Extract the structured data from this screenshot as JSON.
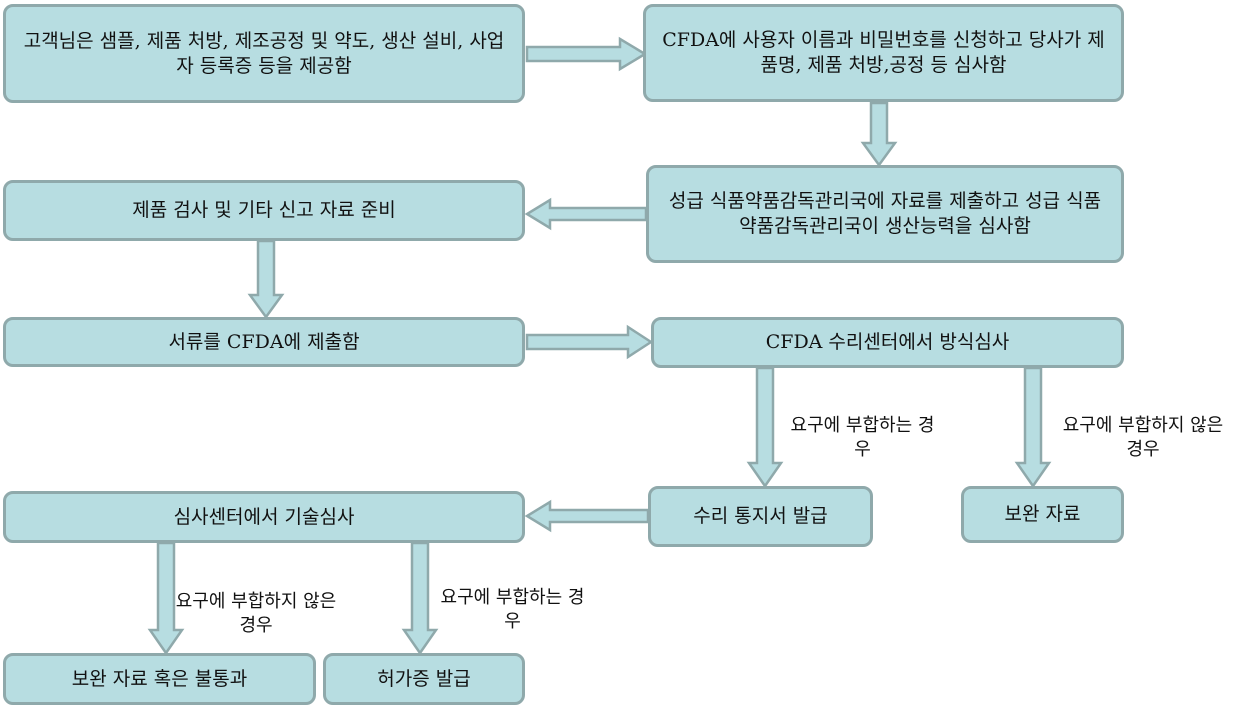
{
  "boxes": {
    "b1": "고객님은 샘플, 제품 처방, 제조공정 및 약도, 생산 설비, 사업자 등록증 등을 제공함",
    "b2": "CFDA에 사용자 이름과 비밀번호를 신청하고  당사가  제품명, 제품 처방,공정 등 심사함",
    "b3": "성급 식품약품감독관리국에 자료를 제출하고 성급 식품약품감독관리국이 생산능력을 심사함",
    "b4": "제품 검사 및 기타 신고 자료 준비",
    "b5": "서류를  CFDA에  제출함",
    "b6": "CFDA  수리센터에서 방식심사",
    "b7": "수리 통지서 발급",
    "b8": "보완 자료",
    "b9": "심사센터에서 기술심사",
    "b10": "보완 자료 혹은 불통과",
    "b11": "허가증 발급"
  },
  "labels": {
    "l1": "요구에 부합하는 경우",
    "l2": "요구에 부합하지 않은 경우",
    "l3": "요구에 부합하지 않은 경우",
    "l4": "요구에 부합하는 경우"
  },
  "colors": {
    "box_fill": "#b7dde1",
    "box_border": "#8fa9ab"
  }
}
